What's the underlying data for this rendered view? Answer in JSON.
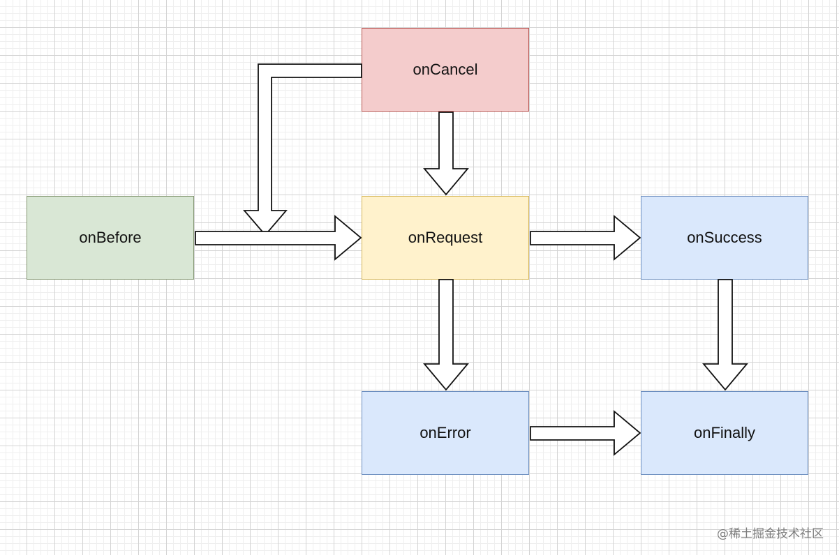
{
  "diagram": {
    "nodes": [
      {
        "id": "onCancel",
        "label": "onCancel",
        "fill": "#f4cccc",
        "border": "#b85450"
      },
      {
        "id": "onBefore",
        "label": "onBefore",
        "fill": "#d9e7d5",
        "border": "#82956f"
      },
      {
        "id": "onRequest",
        "label": "onRequest",
        "fill": "#fff2cc",
        "border": "#d6b656"
      },
      {
        "id": "onSuccess",
        "label": "onSuccess",
        "fill": "#dae8fc",
        "border": "#6c8ebf"
      },
      {
        "id": "onError",
        "label": "onError",
        "fill": "#dae8fc",
        "border": "#6c8ebf"
      },
      {
        "id": "onFinally",
        "label": "onFinally",
        "fill": "#dae8fc",
        "border": "#6c8ebf"
      }
    ],
    "edges": [
      {
        "from": "onBefore",
        "to": "onRequest"
      },
      {
        "from": "onCancel",
        "to": "onRequest"
      },
      {
        "from": "onCancel",
        "to": "onBefore-to-onRequest"
      },
      {
        "from": "onRequest",
        "to": "onSuccess"
      },
      {
        "from": "onRequest",
        "to": "onError"
      },
      {
        "from": "onSuccess",
        "to": "onFinally"
      },
      {
        "from": "onError",
        "to": "onFinally"
      }
    ]
  },
  "watermark": "@稀土掘金技术社区"
}
